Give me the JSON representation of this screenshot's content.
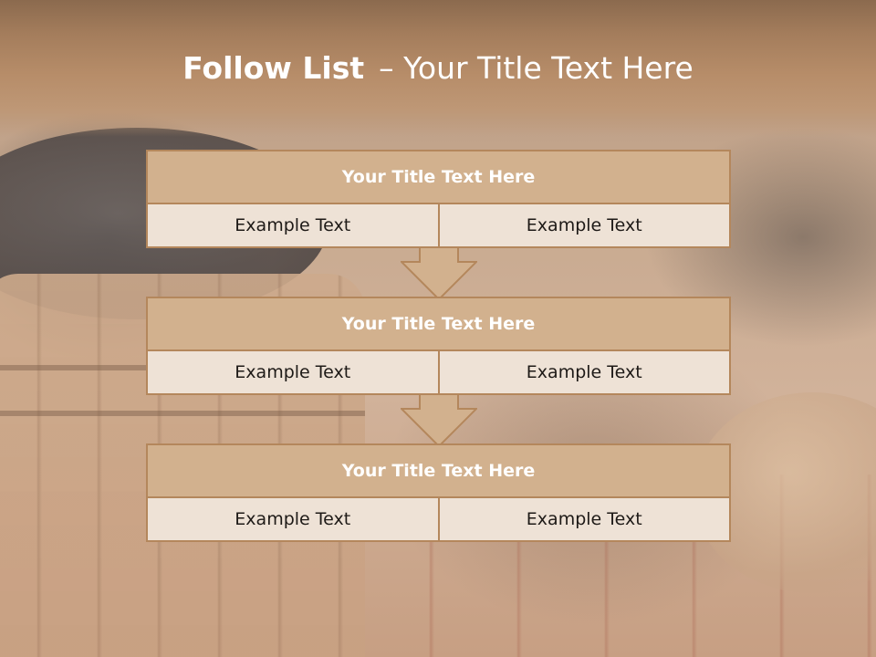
{
  "slide": {
    "title_bold": "Follow List",
    "title_rest": "– Your Title Text Here"
  },
  "boxes": [
    {
      "title": "Your Title Text Here",
      "left": "Example Text",
      "right": "Example Text"
    },
    {
      "title": "Your Title Text Here",
      "left": "Example Text",
      "right": "Example Text"
    },
    {
      "title": "Your Title Text Here",
      "left": "Example Text",
      "right": "Example Text"
    }
  ],
  "colors": {
    "header_fill": "#d2b18e",
    "cell_fill": "#eee2d6",
    "border": "#b4875c",
    "arrow_fill": "#d2b18e"
  }
}
